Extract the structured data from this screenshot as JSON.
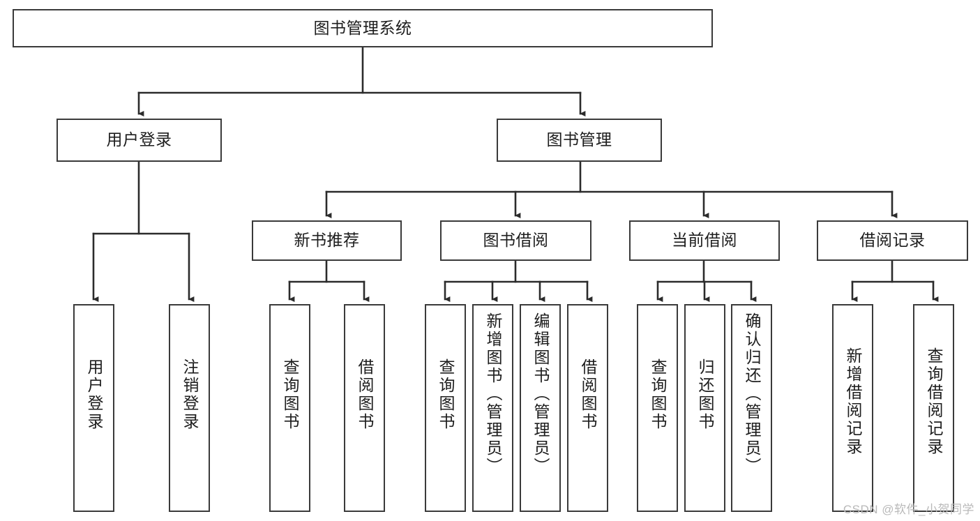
{
  "diagram": {
    "title": "图书管理系统",
    "type": "tree",
    "orientation": "top-down",
    "colors": {
      "box_border": "#3a3a3a",
      "box_fill": "#ffffff",
      "edge": "#2b2b2b",
      "text": "#1d1d1d",
      "watermark": "#b9b9b9"
    },
    "watermark": "CSDN @软件_小贺同学"
  },
  "nodes": {
    "root": {
      "label": "图书管理系统",
      "level": 1,
      "text_direction": "horizontal"
    },
    "level2": [
      {
        "id": "user-login",
        "label": "用户登录",
        "text_direction": "horizontal"
      },
      {
        "id": "book-manage",
        "label": "图书管理",
        "text_direction": "horizontal"
      }
    ],
    "level3": [
      {
        "id": "new-book-recommend",
        "label": "新书推荐",
        "text_direction": "horizontal"
      },
      {
        "id": "book-borrow",
        "label": "图书借阅",
        "text_direction": "horizontal"
      },
      {
        "id": "current-borrow",
        "label": "当前借阅",
        "text_direction": "horizontal"
      },
      {
        "id": "borrow-record",
        "label": "借阅记录",
        "text_direction": "horizontal"
      }
    ],
    "leaves": {
      "user_login": [
        {
          "id": "leaf-user-login",
          "label": "用户登录",
          "text_direction": "vertical"
        },
        {
          "id": "leaf-logout-login",
          "label": "注销登录",
          "text_direction": "vertical"
        }
      ],
      "new_book_recommend": [
        {
          "id": "leaf-query-book-1",
          "label": "查询图书",
          "text_direction": "vertical"
        },
        {
          "id": "leaf-borrow-book-1",
          "label": "借阅图书",
          "text_direction": "vertical"
        }
      ],
      "book_borrow": [
        {
          "id": "leaf-query-book-2",
          "label": "查询图书",
          "text_direction": "vertical"
        },
        {
          "id": "leaf-add-book-admin",
          "label": "新增图书（管理员）",
          "text_direction": "vertical"
        },
        {
          "id": "leaf-edit-book-admin",
          "label": "编辑图书（管理员）",
          "text_direction": "vertical"
        },
        {
          "id": "leaf-borrow-book-2",
          "label": "借阅图书",
          "text_direction": "vertical"
        }
      ],
      "current_borrow": [
        {
          "id": "leaf-query-book-3",
          "label": "查询图书",
          "text_direction": "vertical"
        },
        {
          "id": "leaf-return-book",
          "label": "归还图书",
          "text_direction": "vertical"
        },
        {
          "id": "leaf-confirm-return-admin",
          "label": "确认归还（管理员）",
          "text_direction": "vertical"
        }
      ],
      "borrow_record": [
        {
          "id": "leaf-add-borrow-record",
          "label": "新增借阅记录",
          "text_direction": "vertical"
        },
        {
          "id": "leaf-query-borrow-record",
          "label": "查询借阅记录",
          "text_direction": "vertical"
        }
      ]
    }
  }
}
